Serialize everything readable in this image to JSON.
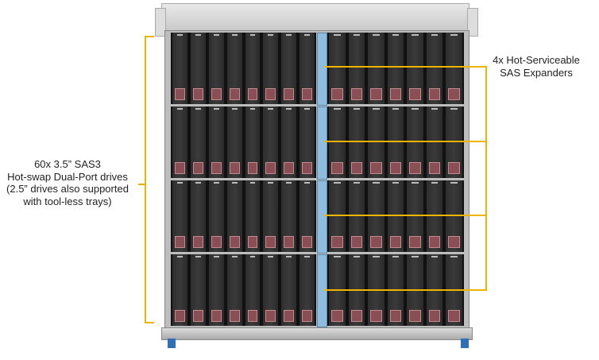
{
  "left_annotation": {
    "lines": [
      "60x 3.5” SAS3",
      "Hot-swap Dual-Port drives",
      "(2.5” drives also supported",
      "with tool-less trays)"
    ]
  },
  "right_annotation": {
    "lines": [
      "4x Hot-Serviceable",
      "SAS Expanders"
    ]
  },
  "colors": {
    "callout": "#f0b400",
    "drive_latch": "#8a4f55",
    "expander": "#8fbde0"
  },
  "drive_layout": {
    "rows": 4,
    "left_columns": 8,
    "right_columns": 7
  }
}
